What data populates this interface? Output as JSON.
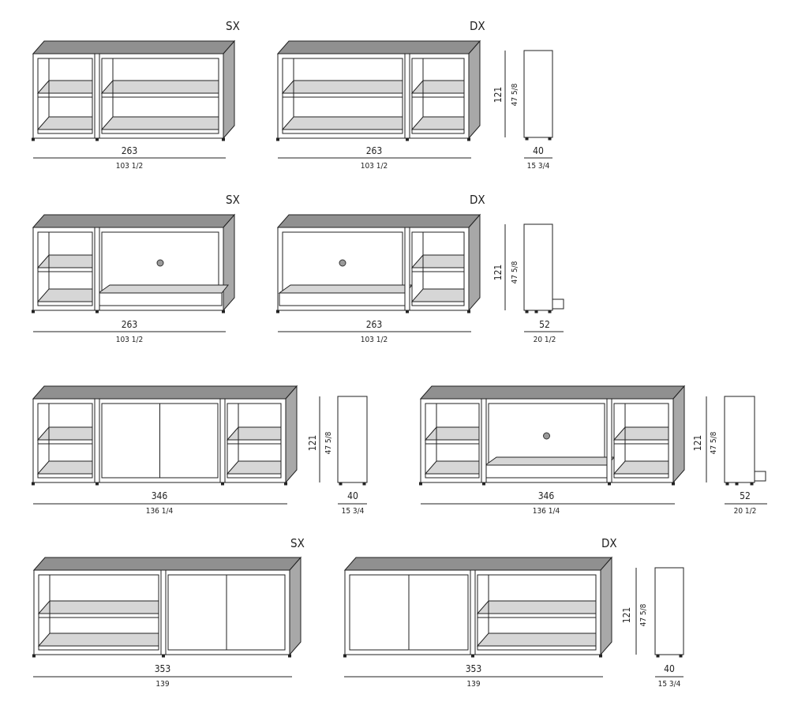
{
  "row1": {
    "sx": {
      "tag": "SX",
      "cm": "263",
      "inch": "103 1/2"
    },
    "dx": {
      "tag": "DX",
      "cm": "263",
      "inch": "103 1/2"
    },
    "height": {
      "cm": "121",
      "inch": "47 5/8"
    },
    "side": {
      "cm": "40",
      "inch": "15 3/4"
    }
  },
  "row2": {
    "sx": {
      "tag": "SX",
      "cm": "263",
      "inch": "103 1/2"
    },
    "dx": {
      "tag": "DX",
      "cm": "263",
      "inch": "103 1/2"
    },
    "height": {
      "cm": "121",
      "inch": "47 5/8"
    },
    "side": {
      "cm": "52",
      "inch": "20 1/2"
    }
  },
  "row3": {
    "left": {
      "cm": "346",
      "inch": "136 1/4"
    },
    "left_height": {
      "cm": "121",
      "inch": "47 5/8"
    },
    "left_side": {
      "cm": "40",
      "inch": "15 3/4"
    },
    "right": {
      "cm": "346",
      "inch": "136 1/4"
    },
    "right_height": {
      "cm": "121",
      "inch": "47 5/8"
    },
    "right_side": {
      "cm": "52",
      "inch": "20 1/2"
    }
  },
  "row4": {
    "sx": {
      "tag": "SX",
      "cm": "353",
      "inch": "139"
    },
    "dx": {
      "tag": "DX",
      "cm": "353",
      "inch": "139"
    },
    "height": {
      "cm": "121",
      "inch": "47 5/8"
    },
    "side": {
      "cm": "40",
      "inch": "15 3/4"
    }
  },
  "colors": {
    "top": "#909090",
    "shelf": "#d6d6d6",
    "frame": "#222222",
    "end": "#a8a8a8"
  }
}
